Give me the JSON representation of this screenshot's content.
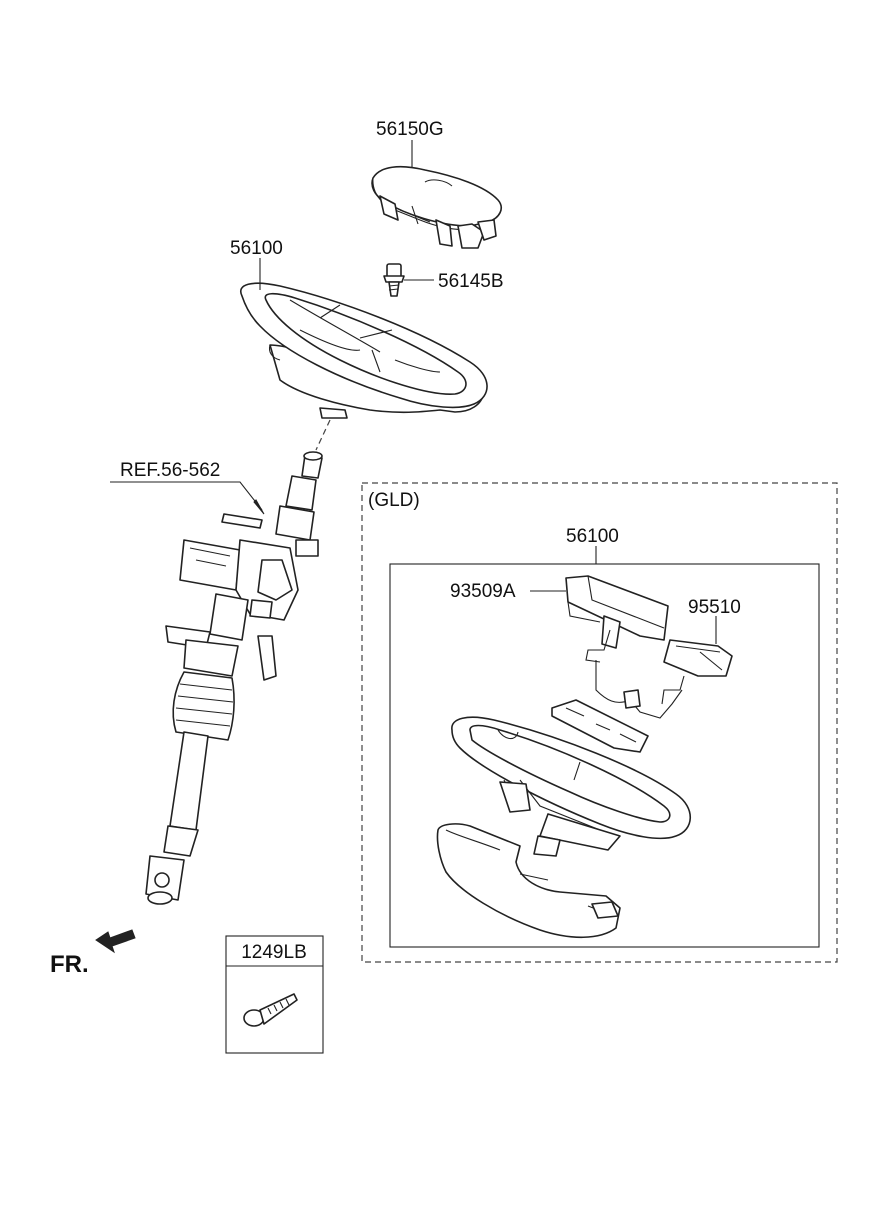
{
  "labels": {
    "airbag": "56150G",
    "wheel_main": "56100",
    "bolt": "56145B",
    "ref": "REF.56-562",
    "gld": "(GLD)",
    "wheel_gld": "56100",
    "switch_left": "93509A",
    "switch_right": "95510",
    "screw": "1249LB",
    "front": "FR."
  }
}
